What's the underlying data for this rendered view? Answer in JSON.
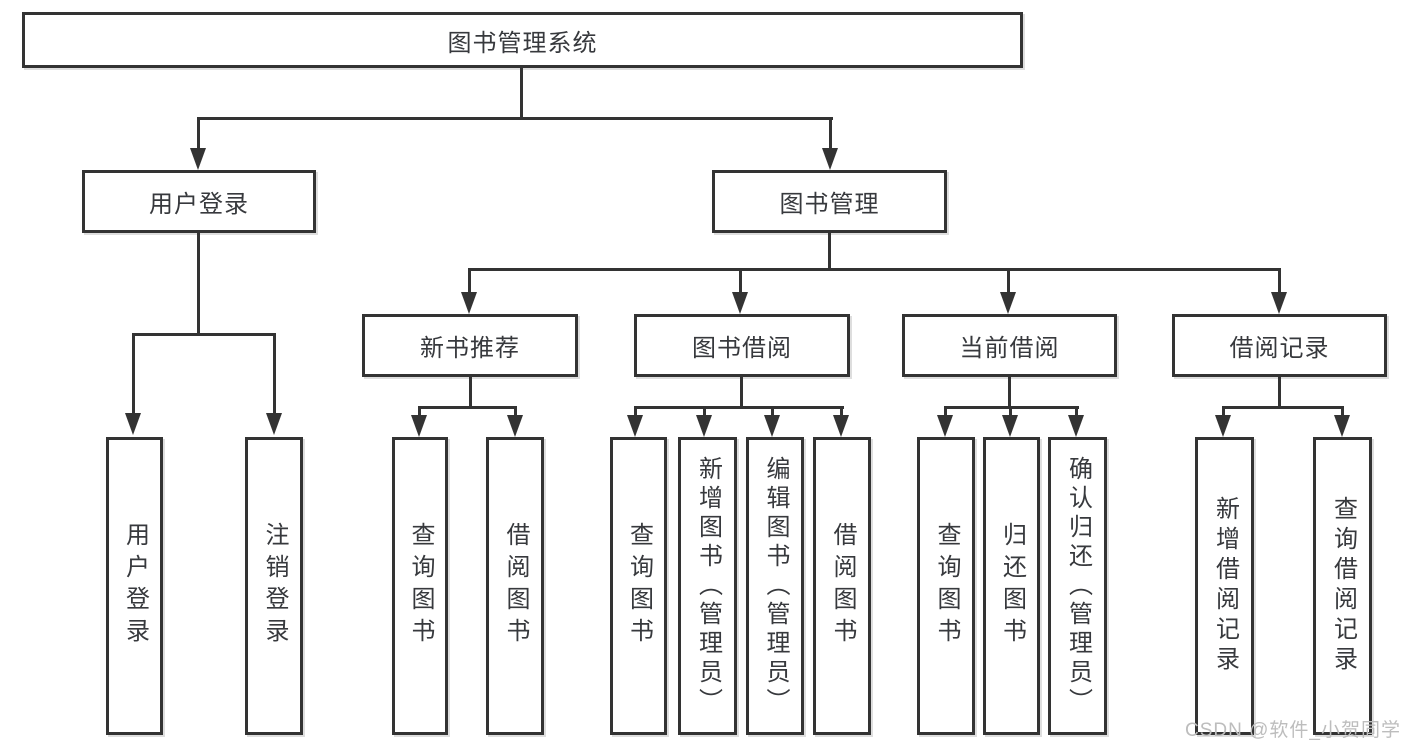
{
  "tree": {
    "root": "图书管理系统",
    "branches": [
      {
        "label": "用户登录",
        "children": [
          "用户登录",
          "注销登录"
        ]
      },
      {
        "label": "图书管理",
        "sub": [
          {
            "label": "新书推荐",
            "children": [
              "查询图书",
              "借阅图书"
            ]
          },
          {
            "label": "图书借阅",
            "children": [
              "查询图书",
              "新增图书（管理员）",
              "编辑图书（管理员）",
              "借阅图书"
            ]
          },
          {
            "label": "当前借阅",
            "children": [
              "查询图书",
              "归还图书",
              "确认归还（管理员）"
            ]
          },
          {
            "label": "借阅记录",
            "children": [
              "新增借阅记录",
              "查询借阅记录"
            ]
          }
        ]
      }
    ]
  },
  "watermark": {
    "text": "CSDN @软件_小贺同学"
  },
  "colors": {
    "line": "#333333",
    "text": "#37393d",
    "box_background": "#ffffff",
    "watermark": "#bdbdbd",
    "background": "#ffffff"
  }
}
